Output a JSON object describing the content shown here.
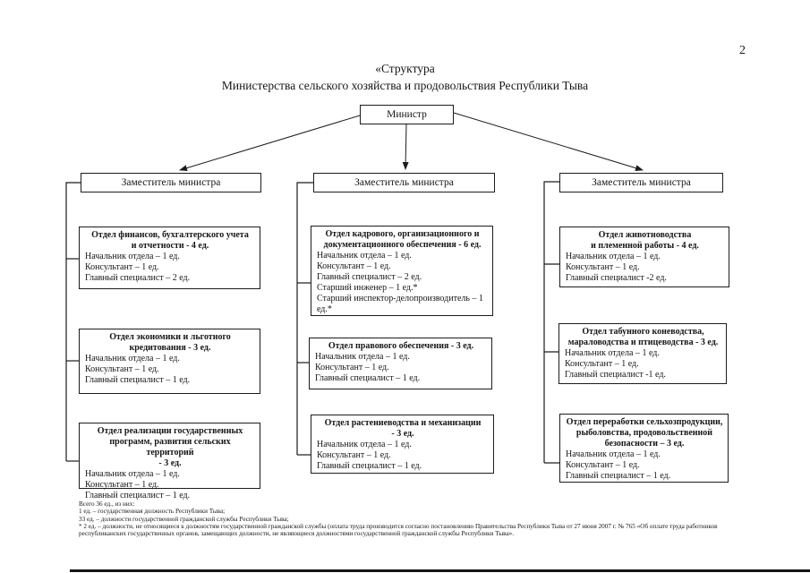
{
  "page_number": "2",
  "title": {
    "line1": "«Структура",
    "line2": "Министерства сельского хозяйства и продовольствия Республики Тыва"
  },
  "minister_label": "Министр",
  "deputies": [
    "Заместитель министра",
    "Заместитель министра",
    "Заместитель министра"
  ],
  "departments": {
    "left": [
      {
        "title_lines": [
          "Отдел финансов, бухгалтерского учета",
          "и отчетности - 4 ед."
        ],
        "staff": [
          "Начальник отдела – 1 ед.",
          "Консультант – 1 ед.",
          "Главный специалист – 2 ед."
        ]
      },
      {
        "title_lines": [
          "Отдел экономики и льготного",
          "кредитования  - 3 ед."
        ],
        "staff": [
          "Начальник отдела – 1 ед.",
          "Консультант – 1 ед.",
          "Главный специалист – 1 ед."
        ]
      },
      {
        "title_lines": [
          "Отдел реализации государственных",
          "программ, развития сельских территорий",
          "- 3 ед."
        ],
        "staff": [
          "Начальник отдела – 1 ед.",
          "Консультант – 1 ед.",
          "Главный специалист – 1 ед."
        ]
      }
    ],
    "middle": [
      {
        "title_lines": [
          "Отдел кадрового, организационного и",
          "документационного обеспечения - 6 ед."
        ],
        "staff": [
          "Начальник отдела – 1 ед.",
          "Консультант  – 1 ед.",
          "Главный специалист – 2 ед.",
          "Старший инженер – 1 ед.*",
          "Старший инспектор-делопроизводитель – 1 ед.*"
        ]
      },
      {
        "title_lines": [
          "Отдел правового обеспечения - 3 ед."
        ],
        "staff": [
          "Начальник отдела – 1 ед.",
          "Консультант – 1 ед.",
          "Главный специалист – 1 ед."
        ]
      },
      {
        "title_lines": [
          "Отдел растениеводства и механизации",
          "- 3 ед."
        ],
        "staff": [
          "Начальник отдела – 1 ед.",
          "Консультант – 1 ед.",
          "Главный специалист – 1 ед."
        ]
      }
    ],
    "right": [
      {
        "title_lines": [
          "Отдел животноводства",
          "и племенной работы  - 4 ед."
        ],
        "staff": [
          "Начальник отдела – 1 ед.",
          "Консультант – 1 ед.",
          "Главный специалист -2 ед."
        ]
      },
      {
        "title_lines": [
          "Отдел табунного коневодства,",
          "мараловодства и птицеводства  - 3 ед."
        ],
        "staff": [
          "Начальник отдела – 1 ед.",
          "Консультант – 1 ед.",
          "Главный специалист -1 ед."
        ]
      },
      {
        "title_lines": [
          "Отдел переработки сельхозпродукции,",
          "рыболовства, продовольственной",
          "безопасности – 3 ед."
        ],
        "staff": [
          "Начальник отдела – 1 ед.",
          "Консультант – 1 ед.",
          "Главный специалист – 1 ед."
        ]
      }
    ]
  },
  "footnotes": [
    "Всего 36 ед., из них:",
    "1 ед. – государственная должность Республики Тыва;",
    "33 ед. – должности государственной гражданской службы Республики Тыва;",
    "* 2 ед. – должности, не относящиеся к должностям государственной гражданской службы (оплата труда производится согласно постановлению Правительства Республики Тыва от 27 июня 2007 г. № 765 «Об оплате труда работников",
    "республиканских государственных органов, замещающих должности, не являющиеся должностями государственной гражданской службы Республики Тыва»."
  ]
}
